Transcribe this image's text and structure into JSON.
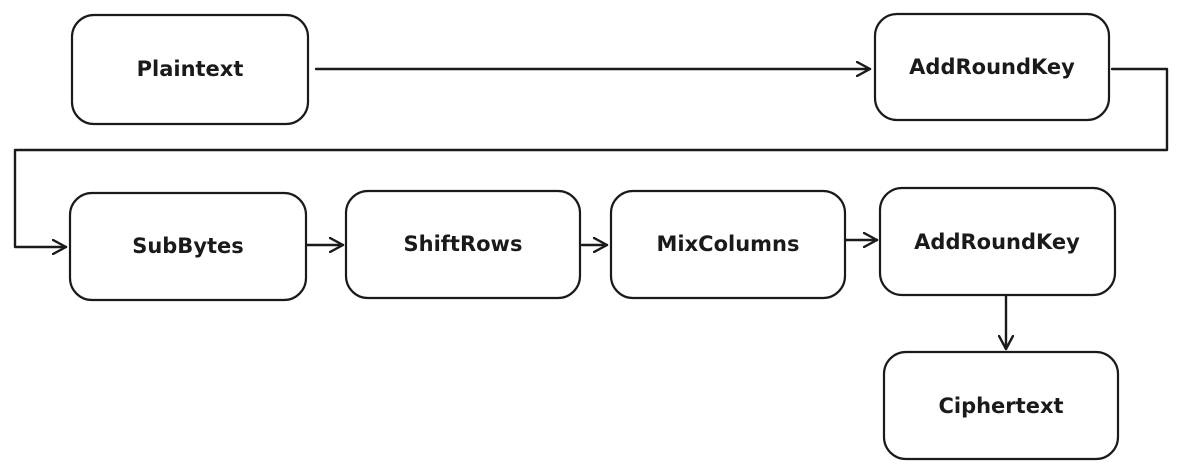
{
  "diagram": {
    "stroke_color": "#1a1a1a",
    "background": "#ffffff",
    "nodes": {
      "plaintext": "Plaintext",
      "addroundkey_initial": "AddRoundKey",
      "subbytes": "SubBytes",
      "shiftrows": "ShiftRows",
      "mixcolumns": "MixColumns",
      "addroundkey_round": "AddRoundKey",
      "ciphertext": "Ciphertext"
    },
    "edges": [
      {
        "from": "plaintext",
        "to": "addroundkey_initial"
      },
      {
        "from": "addroundkey_initial",
        "to": "subbytes"
      },
      {
        "from": "subbytes",
        "to": "shiftrows"
      },
      {
        "from": "shiftrows",
        "to": "mixcolumns"
      },
      {
        "from": "mixcolumns",
        "to": "addroundkey_round"
      },
      {
        "from": "addroundkey_round",
        "to": "ciphertext"
      }
    ]
  }
}
